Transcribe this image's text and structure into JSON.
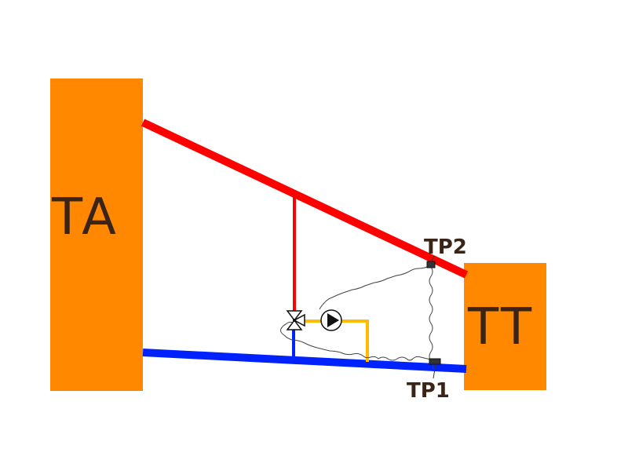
{
  "labels": {
    "ta": "TA",
    "tt": "TT",
    "tp2": "TP2",
    "tp1": "TP1"
  },
  "colors": {
    "tank": "#ff8800",
    "supply_pipe": "#ff0000",
    "return_pipe": "#0022ff",
    "bypass_pipe": "#ffbb00",
    "sensor_wire": "#444444"
  },
  "icons": {
    "valve": "three-way-valve-icon",
    "pump": "pump-icon"
  }
}
